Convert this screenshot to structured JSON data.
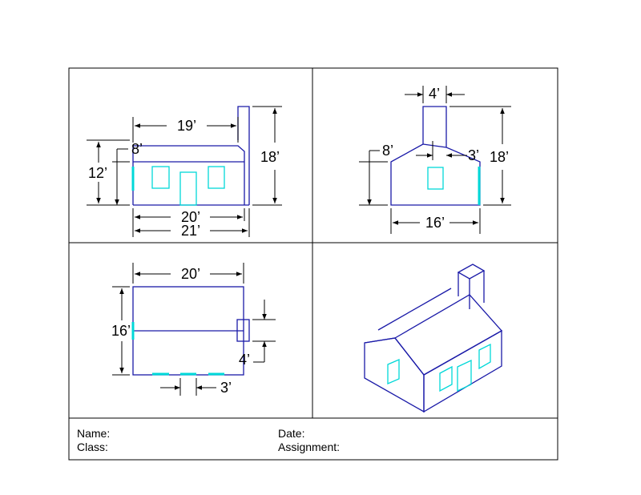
{
  "drawing": {
    "colors": {
      "object": "#1a1aa8",
      "detail": "#00d8d8",
      "dimension": "#000000"
    },
    "front_view": {
      "dims": {
        "eave_len": "19’",
        "wall_h": "8’",
        "eave_h": "12’",
        "total_h": "18’",
        "wall_len": "20’",
        "overall_len": "21’"
      }
    },
    "side_view": {
      "dims": {
        "chimney_w": "4’",
        "wall_h": "8’",
        "chimney_off": "3’",
        "total_h": "18’",
        "width": "16’"
      }
    },
    "top_view": {
      "dims": {
        "length": "20’",
        "depth": "16’",
        "chimney_d": "4’",
        "spacing": "3’"
      }
    }
  },
  "title_block": {
    "name_label": "Name:",
    "class_label": "Class:",
    "date_label": "Date:",
    "assignment_label": "Assignment:"
  }
}
